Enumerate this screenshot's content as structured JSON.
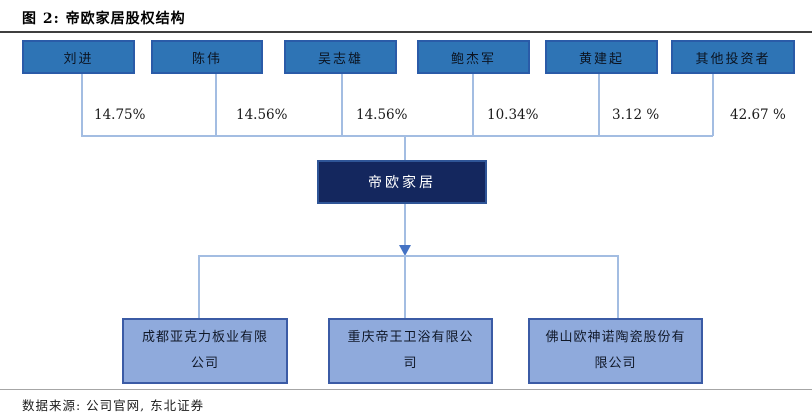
{
  "figure": {
    "title": "图 2: 帝欧家居股权结构",
    "source": "数据来源: 公司官网, 东北证券"
  },
  "chart_data": {
    "type": "org-equity-structure",
    "company": "帝欧家居",
    "shareholders": [
      {
        "name": "刘进",
        "stake": "14.75%"
      },
      {
        "name": "陈伟",
        "stake": "14.56%"
      },
      {
        "name": "吴志雄",
        "stake": "14.56%"
      },
      {
        "name": "鲍杰军",
        "stake": "10.34%"
      },
      {
        "name": "黄建起",
        "stake": "3.12 %"
      },
      {
        "name": "其他投资者",
        "stake": "42.67 %"
      }
    ],
    "subsidiaries": [
      {
        "name": "成都亚克力板业有限\n公司"
      },
      {
        "name": "重庆帝王卫浴有限公\n司"
      },
      {
        "name": "佛山欧神诺陶瓷股份有\n限公司"
      }
    ]
  },
  "colors": {
    "shareholder_box_fill": "#2e74b5",
    "shareholder_box_border": "#2a5ba8",
    "company_box_fill": "#14275e",
    "subsidiary_box_fill": "#8faadc",
    "box_border_accent": "#2f5597",
    "connector_line": "#a3bde2",
    "arrow": "#4472c4"
  }
}
